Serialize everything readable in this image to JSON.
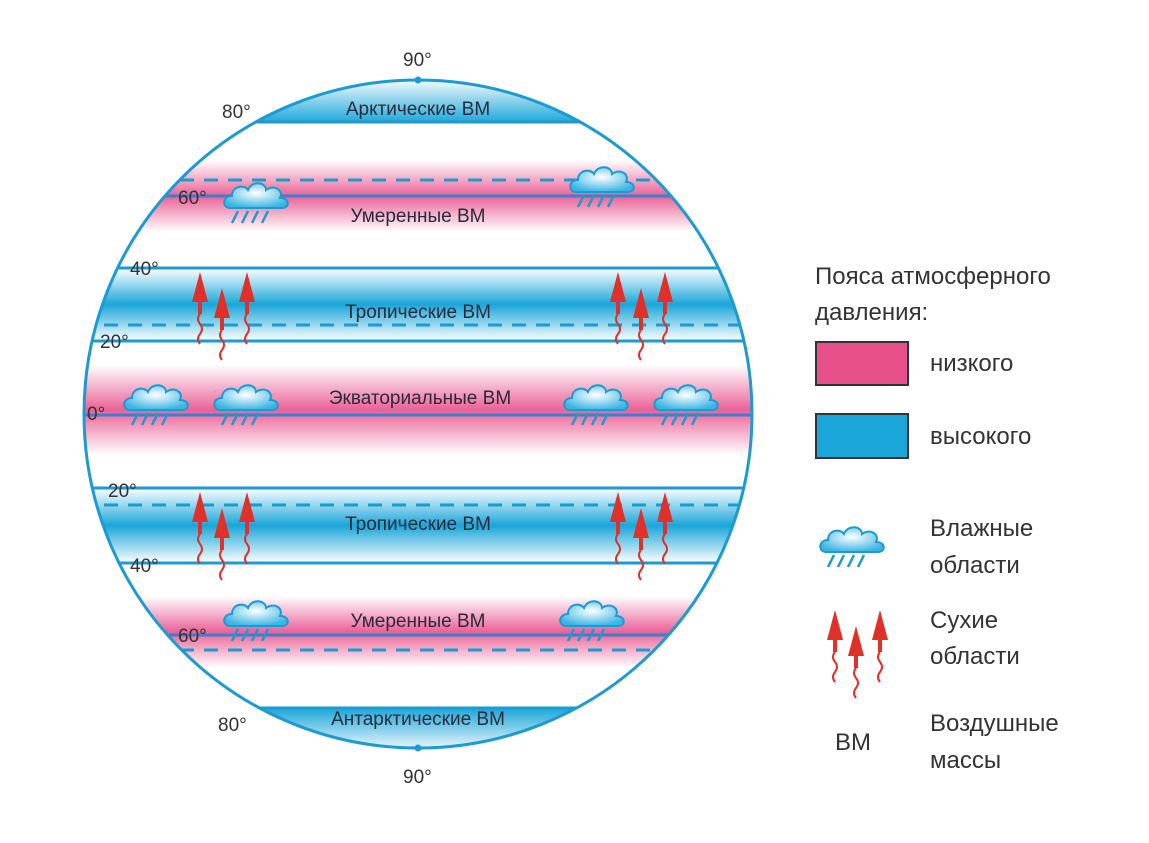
{
  "colors": {
    "low": "#e8508a",
    "high": "#1aa6d9",
    "outline": "#1b9bd1",
    "arrow": "#e0302a"
  },
  "latitudes": {
    "n90": "90°",
    "n80": "80°",
    "n60": "60°",
    "n40": "40°",
    "n20": "20°",
    "eq": "0°",
    "s20": "20°",
    "s40": "40°",
    "s60": "60°",
    "s80": "80°",
    "s90": "90°"
  },
  "air_masses": {
    "arctic": "Арктические ВМ",
    "temperate_n": "Умеренные ВМ",
    "tropical_n": "Тропические ВМ",
    "equatorial": "Экваториальные ВМ",
    "tropical_s": "Тропические ВМ",
    "temperate_s": "Умеренные ВМ",
    "antarctic": "Антарктические ВМ"
  },
  "legend": {
    "title_line1": "Пояса атмосферного",
    "title_line2": "давления:",
    "low": "низкого",
    "high": "высокого",
    "wet_line1": "Влажные",
    "wet_line2": "области",
    "dry_line1": "Сухие",
    "dry_line2": "области",
    "abbr": "ВМ",
    "abbr_line1": "Воздушные",
    "abbr_line2": "массы"
  }
}
